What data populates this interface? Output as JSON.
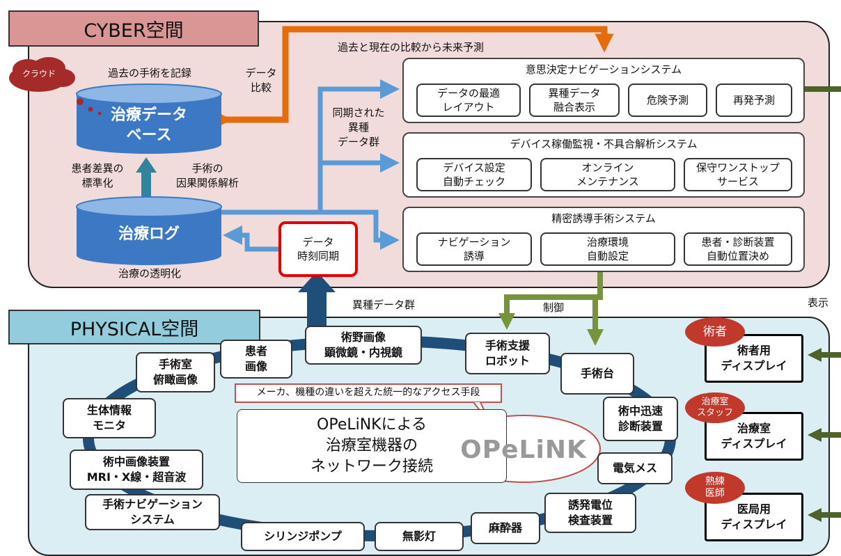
{
  "cyber": {
    "title": "CYBER空間",
    "cloud_label": "クラウド",
    "record_label": "過去の手術を記録",
    "compare_label": "データ\n比較",
    "future_label": "過去と現在の比較から未来予測",
    "db_label": "治療データ\nベース",
    "std_label": "患者差異の\n標準化",
    "causal_label": "手術の\n因果関係解析",
    "log_label": "治療ログ",
    "transparency_label": "治療の透明化",
    "sync_group_label": "同期された\n異種\nデータ群",
    "sync_box": "データ\n時刻同期",
    "systems": [
      {
        "title": "意思決定ナビゲーションシステム",
        "items": [
          "データの最適\nレイアウト",
          "異種データ\n融合表示",
          "危険予測",
          "再発予測"
        ]
      },
      {
        "title": "デバイス稼働監視・不具合解析システム",
        "items": [
          "デバイス設定\n自動チェック",
          "オンライン\nメンテナンス",
          "保守ワンストップ\nサービス"
        ]
      },
      {
        "title": "精密誘導手術システム",
        "items": [
          "ナビゲーション\n誘導",
          "治療環境\n自動設定",
          "患者・診断装置\n自動位置決め"
        ]
      }
    ]
  },
  "between": {
    "hetero_label": "異種データ群",
    "control_label": "制御",
    "display_label": "表示"
  },
  "physical": {
    "title": "PHYSICAL空間",
    "devices": {
      "patient_image": "患者\n画像",
      "field_image": "術野画像\n顕微鏡・内視鏡",
      "robot": "手術支援\nロボット",
      "table": "手術台",
      "room_image": "手術室\n俯瞰画像",
      "vital": "生体情報\nモニタ",
      "rapid_diag": "術中迅速\n診断装置",
      "imaging": "術中画像装置\nMRI・X線・超音波",
      "esu": "電気メス",
      "nav": "手術ナビゲーション\nシステム",
      "evoked": "誘発電位\n検査装置",
      "syringe": "シリンジポンプ",
      "light": "無影灯",
      "anesthesia": "麻酔器"
    },
    "center_text": "OPeLiNKによる\n治療室機器の\nネットワーク接続",
    "callout": "メーカ、機種の違いを超えた統一的なアクセス手段",
    "logo": "OPeLiNK"
  },
  "displays": [
    {
      "tag": "術者",
      "label": "術者用\nディスプレイ"
    },
    {
      "tag": "治療室\nスタッフ",
      "label": "治療室\nディスプレイ"
    },
    {
      "tag": "熟練\n医師",
      "label": "医局用\nディスプレイ"
    }
  ],
  "colors": {
    "cyber_bg": "#f2dcdb",
    "cyber_tab": "#d99694",
    "physical_bg": "#daeef3",
    "physical_tab": "#93cddd",
    "blue_arrow": "#5b9bd5",
    "orange_arrow": "#e46c0a",
    "green_arrow": "#77933c",
    "navy_ring": "#1f4e79",
    "cloud_red": "#a52a2a",
    "tag_red": "#c0392b"
  }
}
